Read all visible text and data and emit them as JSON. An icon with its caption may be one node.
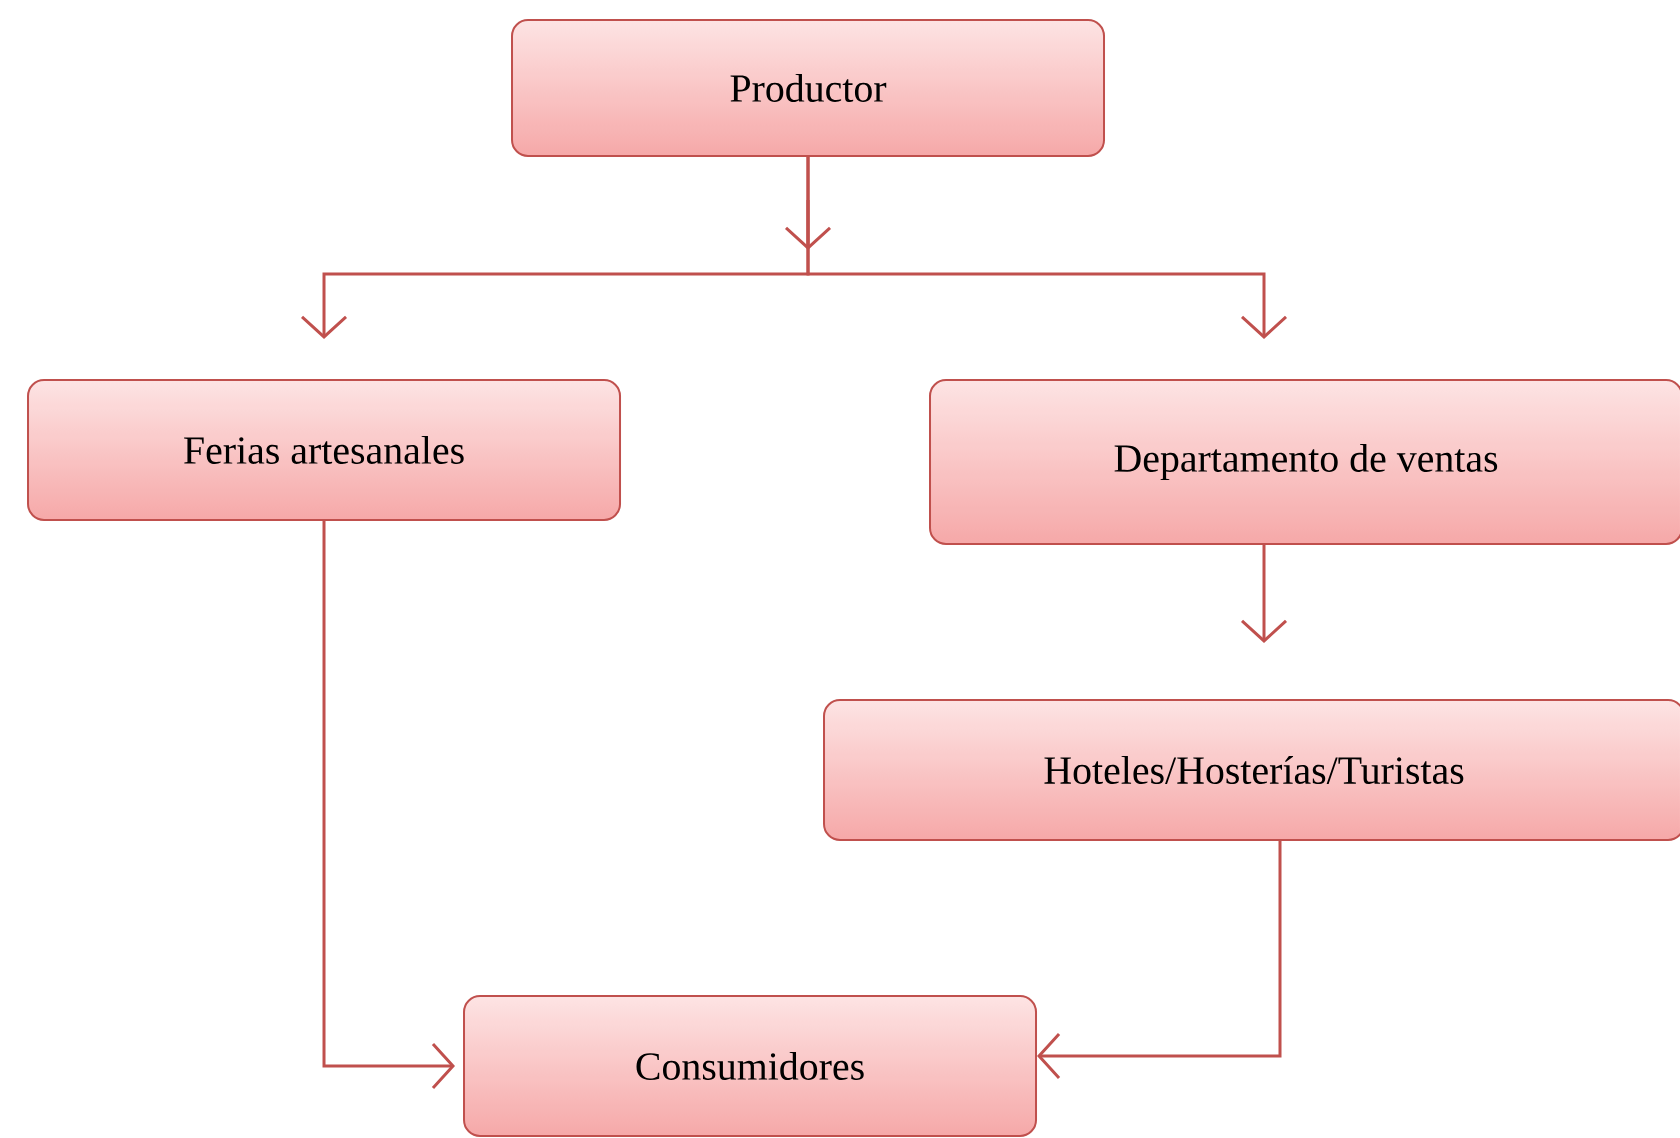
{
  "diagram": {
    "nodes": [
      {
        "text": [
          "Productor"
        ]
      },
      {
        "text": [
          "Ferias artesanales"
        ]
      },
      {
        "text": [
          "Departamento de ventas"
        ]
      },
      {
        "text": [
          "Hoteles/Hosterías/Turistas"
        ]
      },
      {
        "text": [
          "Consumidores"
        ]
      }
    ],
    "edges": [
      {
        "from": 0,
        "to": 1,
        "arrow": "to"
      },
      {
        "from": 0,
        "to": 2,
        "arrow": "to"
      },
      {
        "from": 2,
        "to": 3,
        "arrow": "to"
      },
      {
        "from": 1,
        "to": 4,
        "arrow": "to"
      },
      {
        "from": 3,
        "to": 4,
        "arrow": "to"
      }
    ]
  }
}
